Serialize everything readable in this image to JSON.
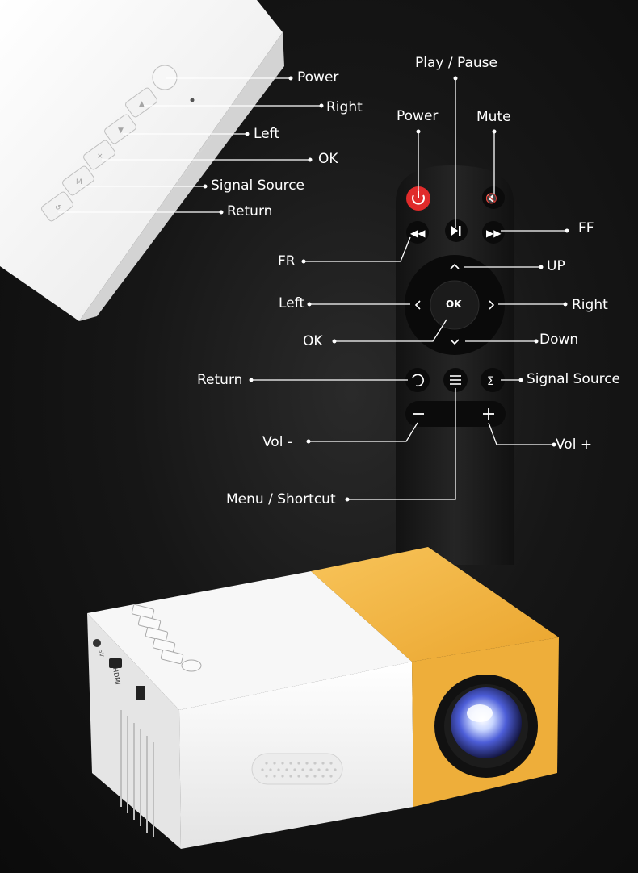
{
  "top_panel": {
    "power": "Power",
    "right": "Right",
    "left": "Left",
    "ok": "OK",
    "signal_source": "Signal Source",
    "return": "Return"
  },
  "remote": {
    "play_pause": "Play / Pause",
    "power": "Power",
    "mute": "Mute",
    "ff": "FF",
    "fr": "FR",
    "up": "UP",
    "left": "Left",
    "right": "Right",
    "ok": "OK",
    "down": "Down",
    "return": "Return",
    "signal_source": "Signal Source",
    "vol_minus": "Vol -",
    "vol_plus": "Vol +",
    "menu_shortcut": "Menu / Shortcut",
    "ok_button_text": "OK"
  },
  "projector": {
    "hdmi_text": "HDMI",
    "dc_text": "5V"
  },
  "colors": {
    "background": "#121212",
    "remote_body": "#1c1c1c",
    "power_button": "#e02b2b",
    "projector_yellow": "#f2b84a",
    "projector_white": "#f4f4f4"
  }
}
